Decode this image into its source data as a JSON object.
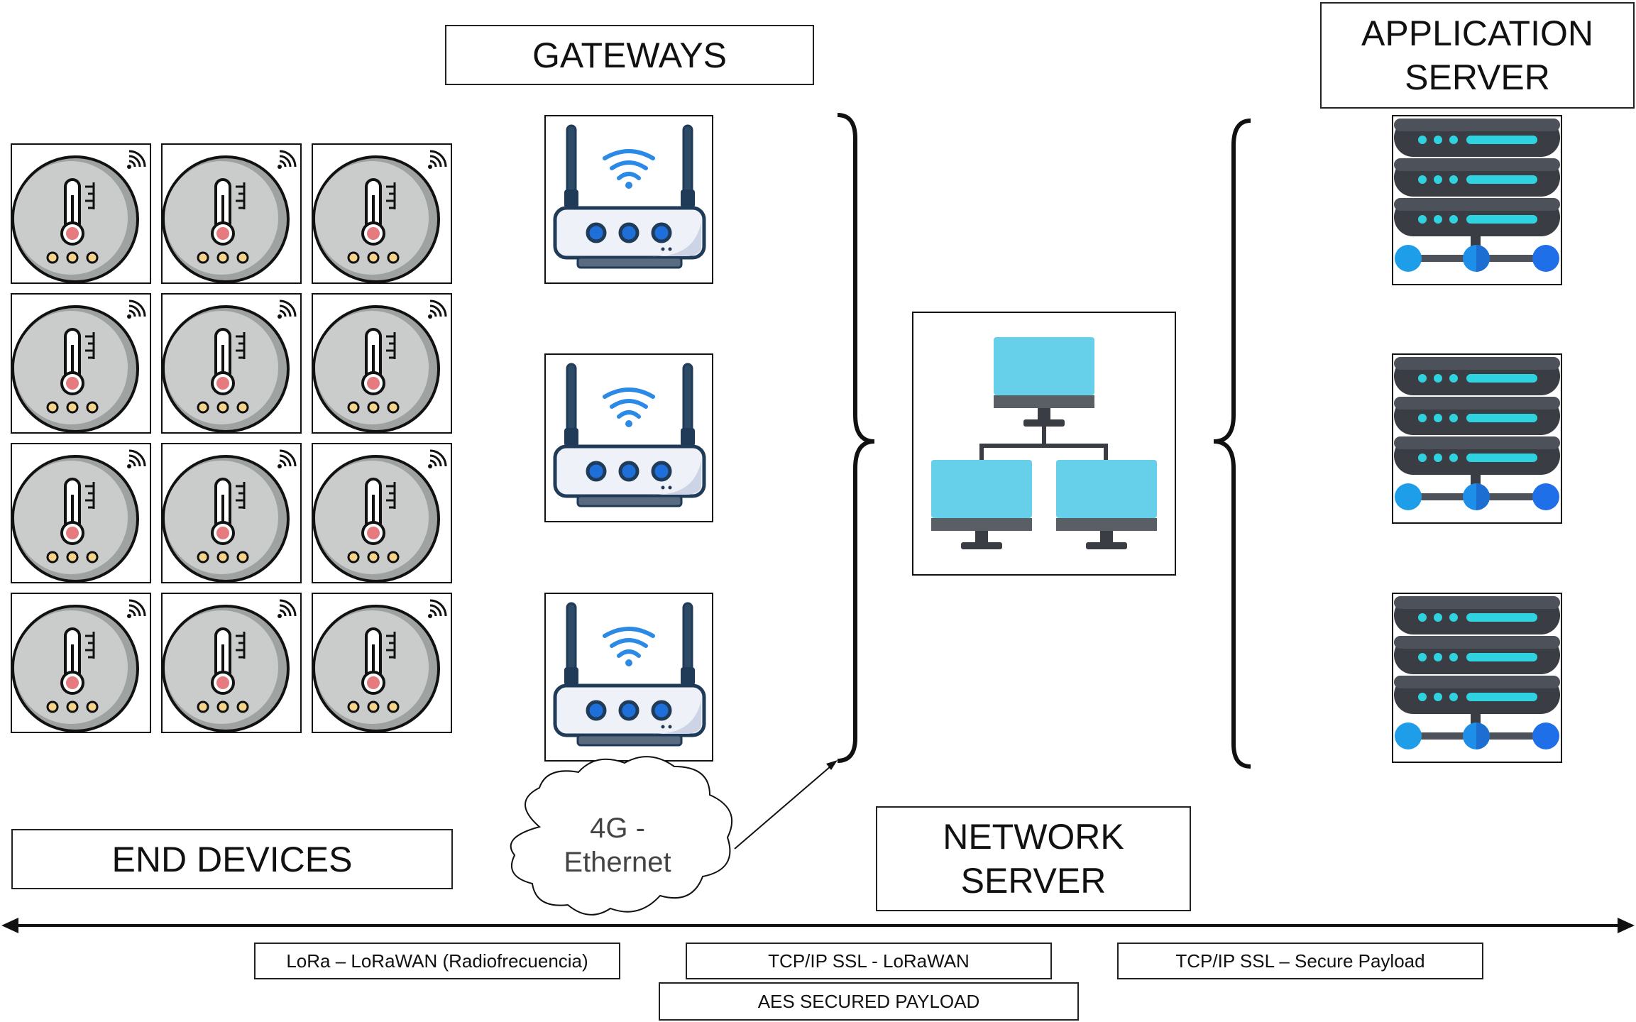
{
  "labels": {
    "gateways": "GATEWAYS",
    "application_server_line1": "APPLICATION",
    "application_server_line2": "SERVER",
    "end_devices": "END DEVICES",
    "network_server_line1": "NETWORK",
    "network_server_line2": "SERVER",
    "cloud_line1": "4G -",
    "cloud_line2": "Ethernet"
  },
  "protocols": {
    "lora": "LoRa – LoRaWAN (Radiofrecuencia)",
    "tcp_lorawan": "TCP/IP SSL - LoRaWAN",
    "aes": "AES SECURED PAYLOAD",
    "tcp_payload": "TCP/IP SSL – Secure Payload"
  },
  "icons": {
    "end_device": "thermometer-sensor-icon",
    "gateway": "router-icon",
    "network_server": "network-computers-icon",
    "application_server": "server-rack-icon"
  },
  "colors": {
    "sensor_body": "#c9ccca",
    "sensor_ring": "#9ea3a2",
    "thermo_bulb": "#e57a7f",
    "dots_yellow": "#f6d58b",
    "router_navy": "#1f3b57",
    "router_blue": "#1e6fd9",
    "wifi_blue": "#2b8ae6",
    "monitor_cyan": "#66d0ea",
    "monitor_gray": "#5a5f66",
    "server_dark": "#3a3d44",
    "server_cyan": "#2fd3e0",
    "node_blue": "#1e8fe8"
  }
}
